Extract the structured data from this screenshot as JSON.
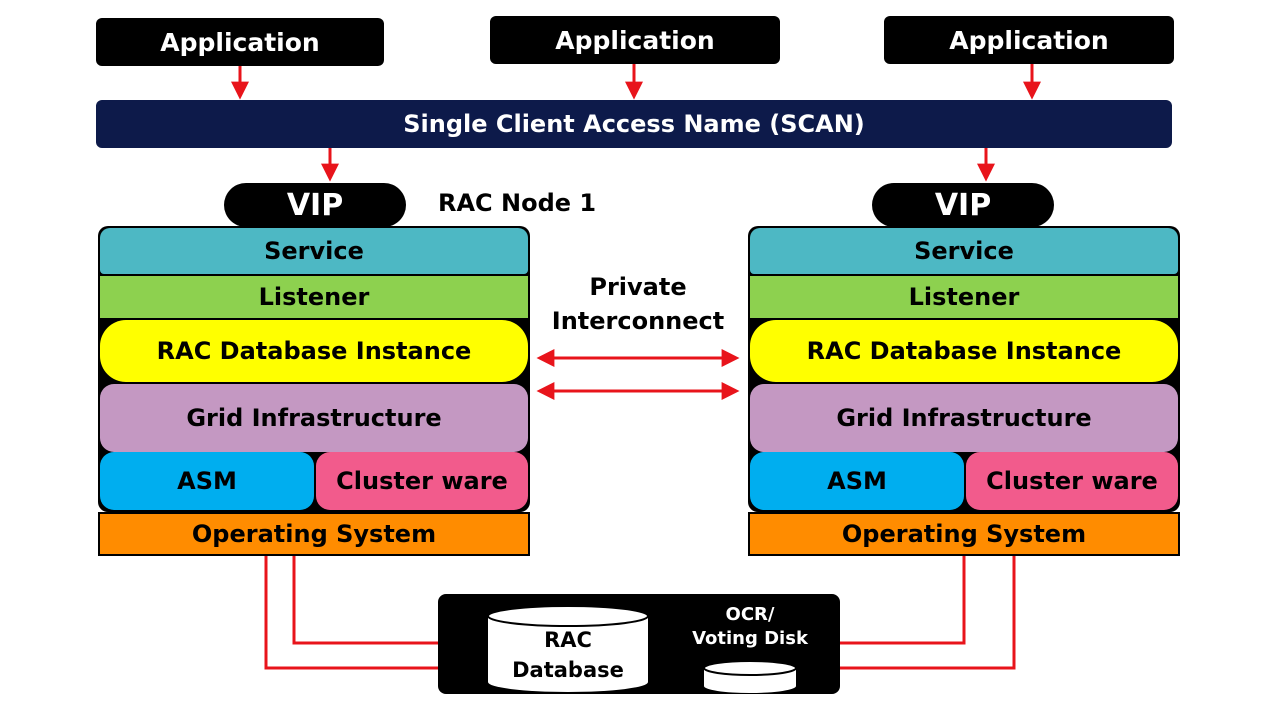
{
  "applications": [
    "Application",
    "Application",
    "Application"
  ],
  "scan": {
    "label": "Single Client Access Name (SCAN)"
  },
  "node1": {
    "vip": "VIP",
    "label": "RAC Node 1",
    "service": "Service",
    "listener": "Listener",
    "instance": "RAC Database Instance",
    "grid": "Grid Infrastructure",
    "asm": "ASM",
    "clusterware": "Cluster ware",
    "os": "Operating System"
  },
  "node2": {
    "vip": "VIP",
    "service": "Service",
    "listener": "Listener",
    "instance": "RAC Database Instance",
    "grid": "Grid Infrastructure",
    "asm": "ASM",
    "clusterware": "Cluster ware",
    "os": "Operating System"
  },
  "interconnect": {
    "line1": "Private",
    "line2": "Interconnect"
  },
  "storage": {
    "rac_db_line1": "RAC",
    "rac_db_line2": "Database",
    "ocr_line1": "OCR/",
    "ocr_line2": "Voting Disk"
  },
  "colors": {
    "arrow": "#e8141b",
    "scan": "#0d1a4a",
    "service": "#4db8c4",
    "listener": "#8dd14f",
    "instance": "#ffff00",
    "grid": "#c498c2",
    "asm": "#00aeef",
    "clusterware": "#f25b8c",
    "os": "#ff8c00"
  }
}
